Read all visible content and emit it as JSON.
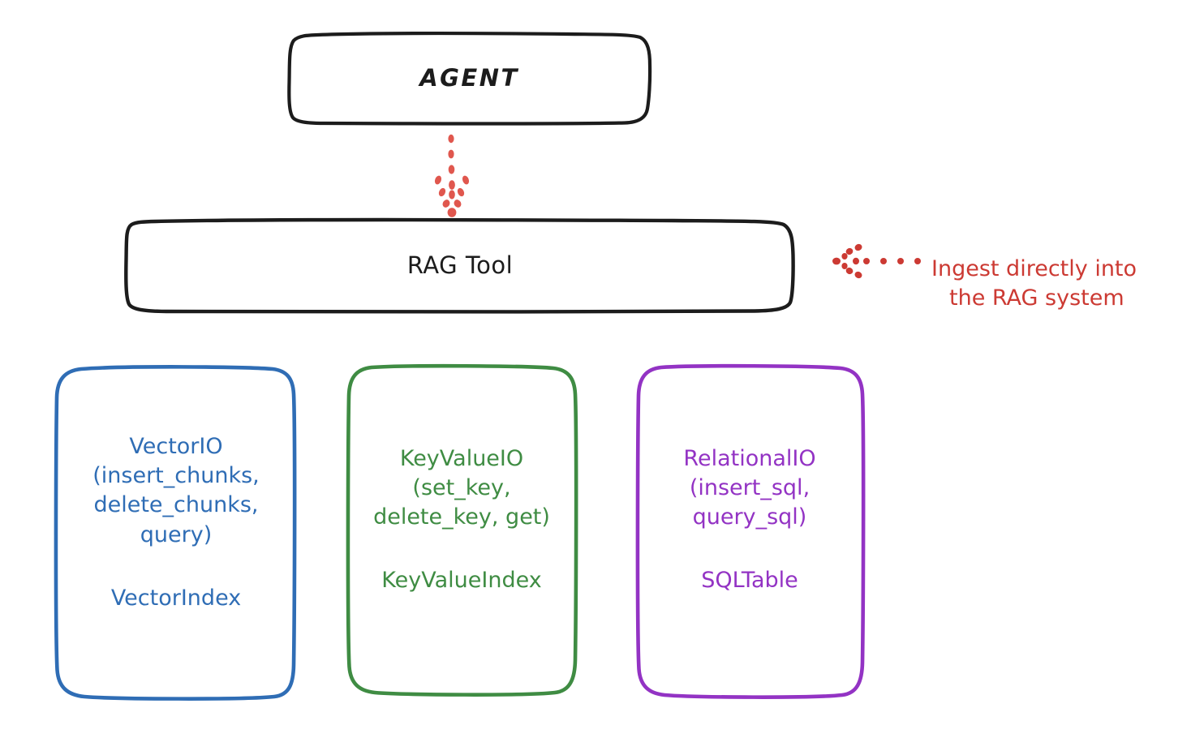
{
  "diagram": {
    "title_node": {
      "label": "AGENT"
    },
    "tool_node": {
      "label": "RAG Tool"
    },
    "annotation": {
      "line1": "Ingest directly into",
      "line2": "the RAG system",
      "color": "#cc3a33",
      "arrow_icon": "dotted-arrow-left-icon"
    },
    "flow_arrow": {
      "icon": "dotted-arrow-down-icon",
      "color": "#e0574e",
      "from": "AGENT",
      "to": "RAG Tool"
    },
    "columns": [
      {
        "id": "vector",
        "api": "VectorIO\n(insert_chunks,\ndelete_chunks,\nquery)",
        "index": "VectorIndex",
        "color": "#2f6db5"
      },
      {
        "id": "keyvalue",
        "api": "KeyValueIO\n(set_key,\ndelete_key, get)",
        "index": "KeyValueIndex",
        "color": "#3f8c43"
      },
      {
        "id": "relational",
        "api": "RelationalIO\n(insert_sql,\nquery_sql)",
        "index": "SQLTable",
        "color": "#9333c4"
      }
    ],
    "palette": {
      "stroke_black": "#1c1c1c",
      "blue": "#2f6db5",
      "green": "#3f8c43",
      "purple": "#9333c4",
      "red": "#cc3a33",
      "background": "#ffffff"
    }
  }
}
